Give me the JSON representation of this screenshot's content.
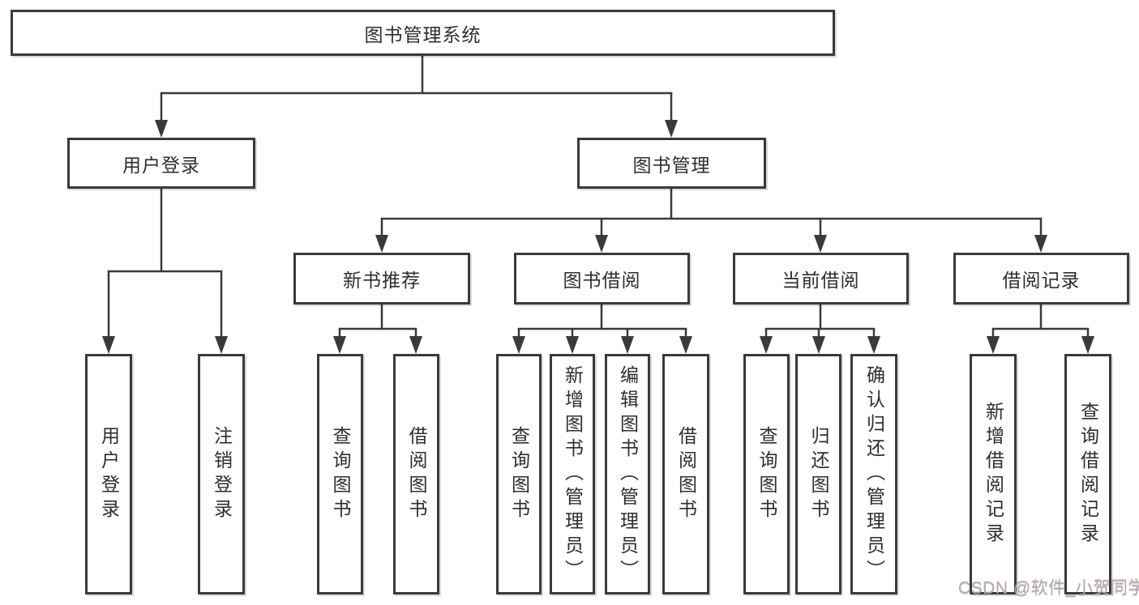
{
  "diagram": {
    "root": {
      "label": "图书管理系统"
    },
    "level2": {
      "user_login": {
        "label": "用户登录"
      },
      "book_management": {
        "label": "图书管理"
      }
    },
    "level3": {
      "new_book_recommend": {
        "label": "新书推荐"
      },
      "book_borrow": {
        "label": "图书借阅"
      },
      "current_borrow": {
        "label": "当前借阅"
      },
      "borrow_records": {
        "label": "借阅记录"
      }
    },
    "leaves": {
      "user_login": {
        "label": "用户登录"
      },
      "logout": {
        "label": "注销登录"
      },
      "nb_query_books": {
        "label": "查询图书"
      },
      "nb_borrow_books": {
        "label": "借阅图书"
      },
      "bb_query_books": {
        "label": "查询图书"
      },
      "bb_add_books": {
        "label": "新增图书（管理员）"
      },
      "bb_edit_books": {
        "label": "编辑图书（管理员）"
      },
      "bb_borrow_books": {
        "label": "借阅图书"
      },
      "cb_query_books": {
        "label": "查询图书"
      },
      "cb_return_books": {
        "label": "归还图书"
      },
      "cb_confirm_return": {
        "label": "确认归还（管理员）"
      },
      "br_add_record": {
        "label": "新增借阅记录"
      },
      "br_query_record": {
        "label": "查询借阅记录"
      }
    },
    "watermark": "CSDN @软件_小贺同学",
    "colors": {
      "line": "#3a3a3a",
      "text": "#2e2e2e",
      "background": "#ffffff",
      "watermark": "#aeacb2"
    }
  }
}
